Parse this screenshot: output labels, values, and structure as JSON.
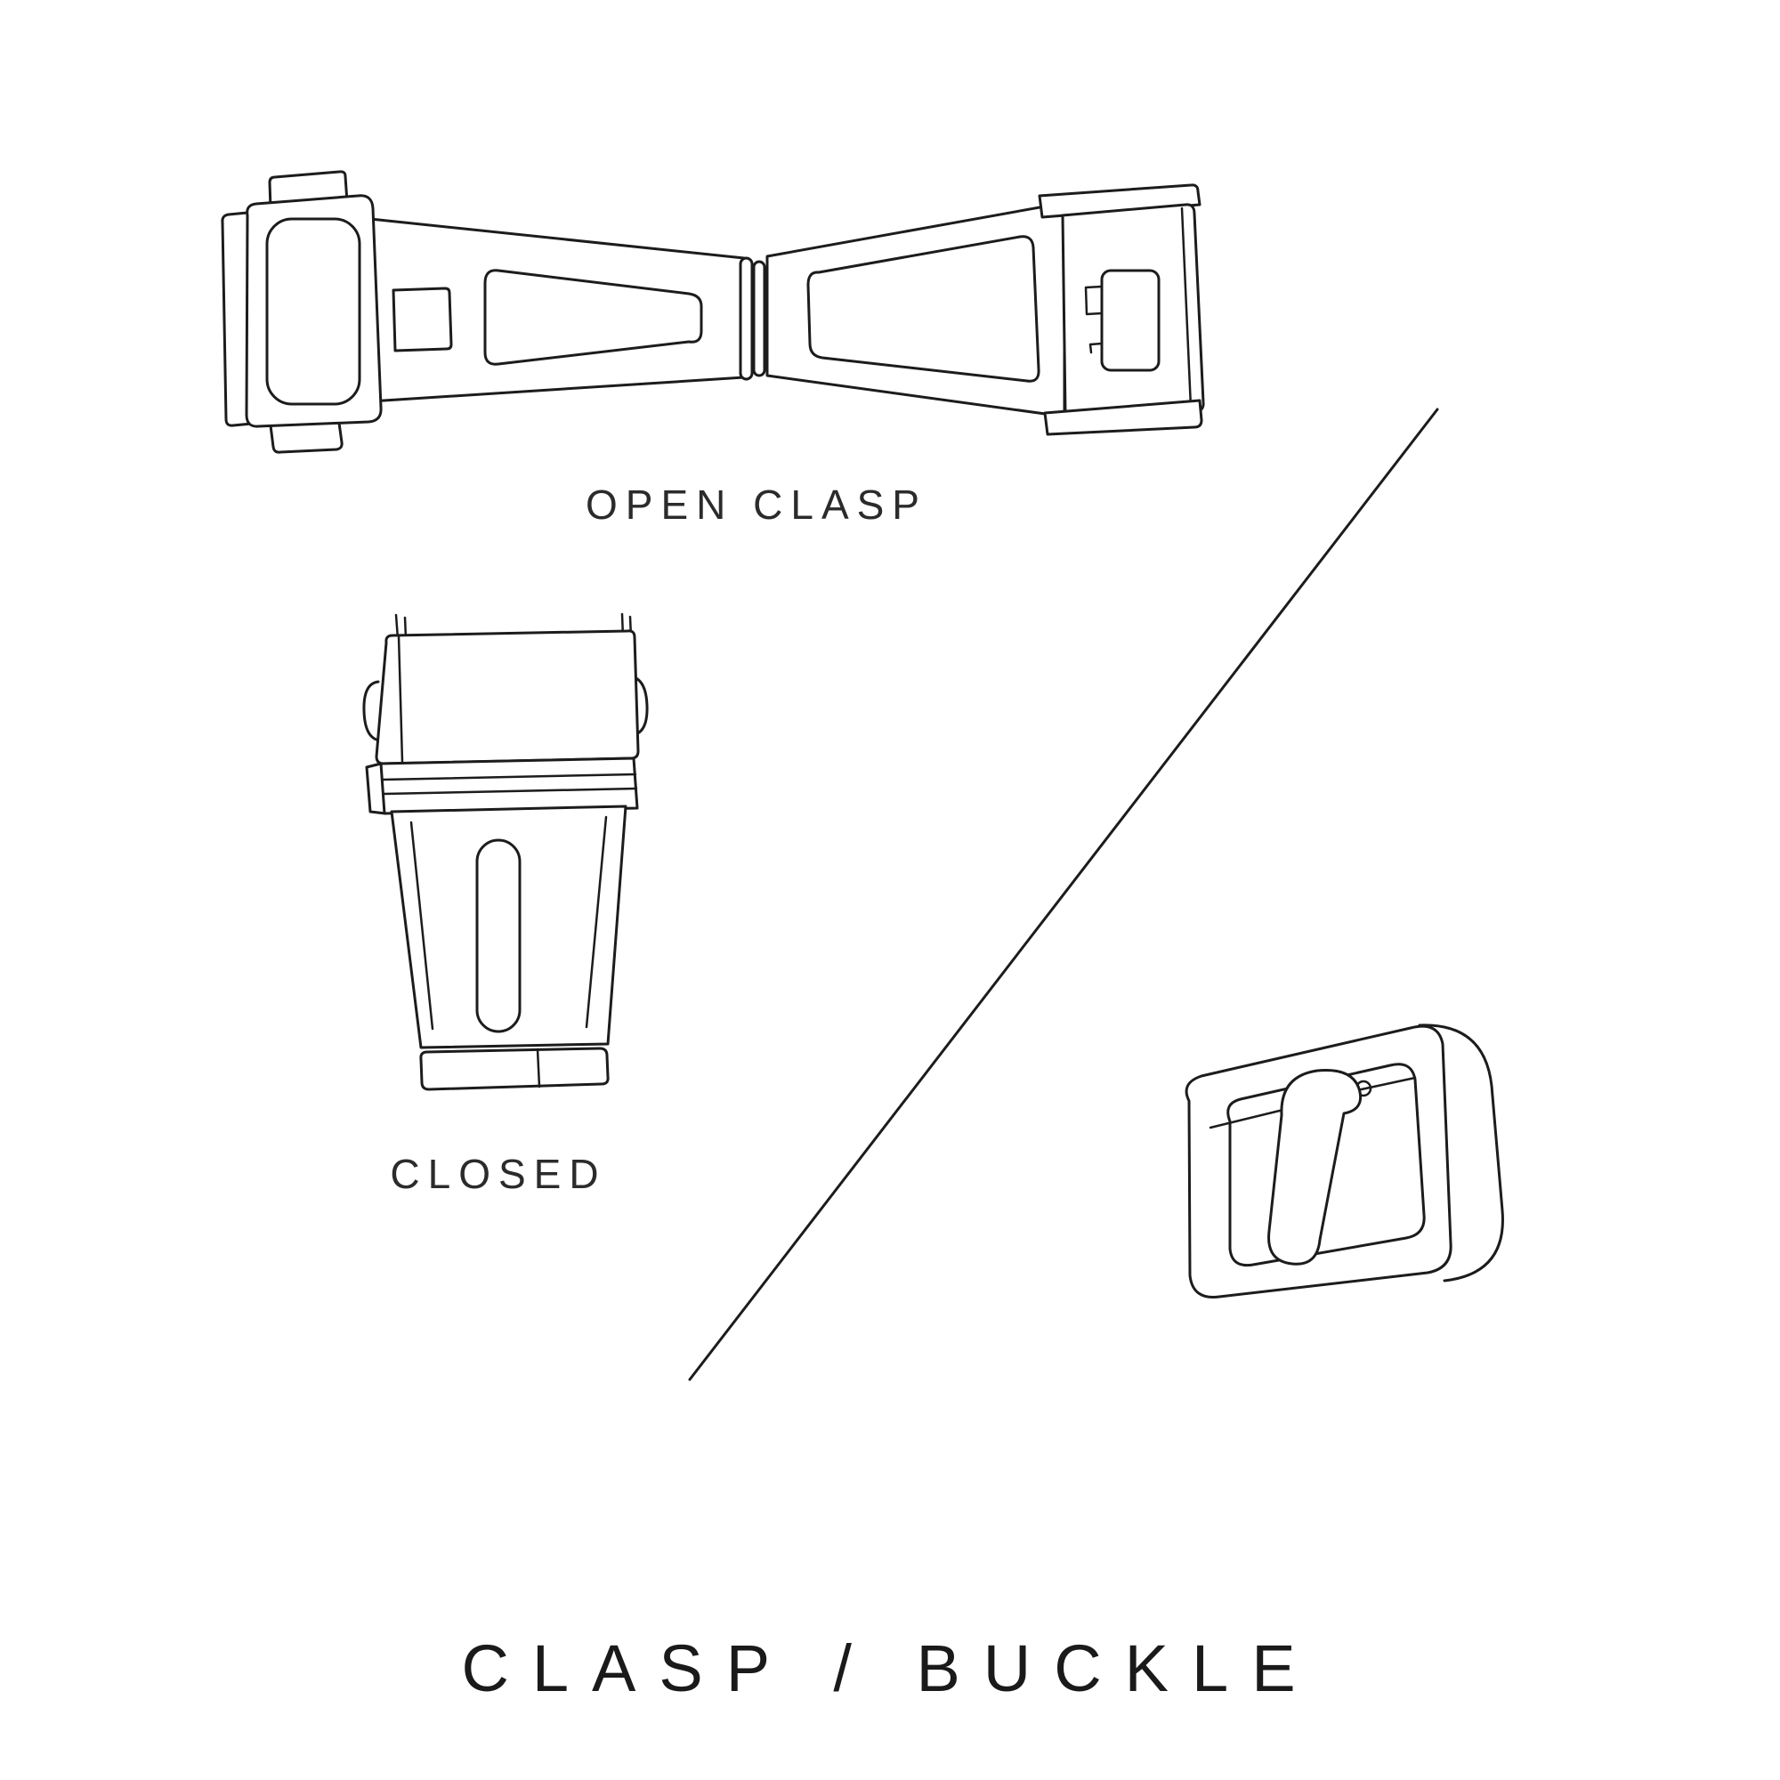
{
  "colors": {
    "ink": "#1c1c1c",
    "background": "#ffffff"
  },
  "labels": {
    "open_clasp": "OPEN CLASP",
    "closed": "CLOSED",
    "title": "CLASP / BUCKLE"
  },
  "illustrations": {
    "open_clasp": "open-clasp-illustration",
    "closed_clasp": "closed-clasp-illustration",
    "tang_buckle": "tang-buckle-illustration",
    "divider": "diagonal-divider-line"
  }
}
